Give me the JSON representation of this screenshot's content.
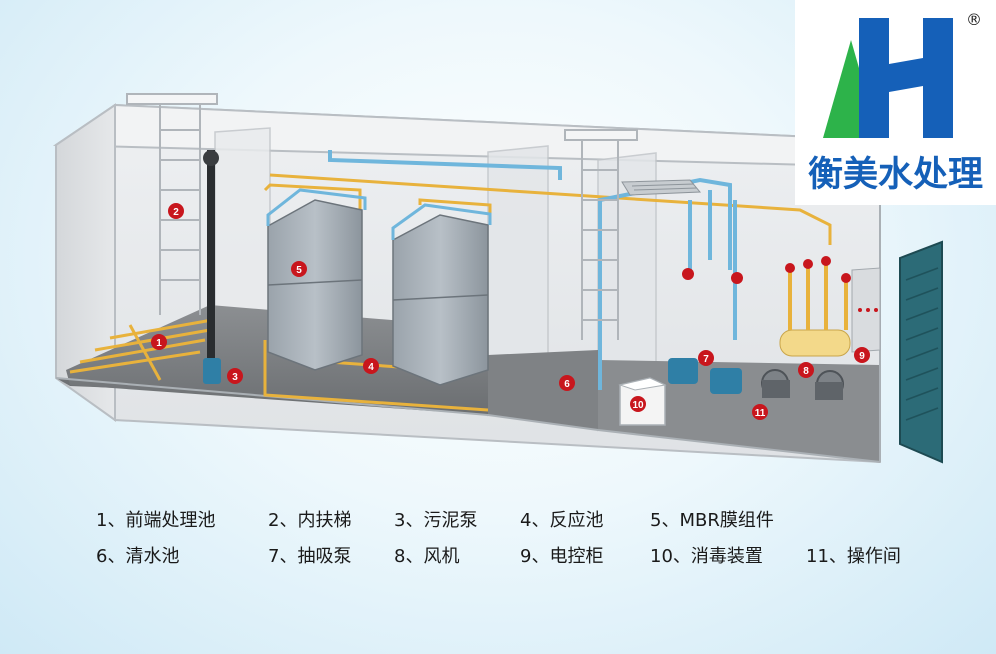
{
  "logo": {
    "text": "衡美水处理",
    "registered_mark": "®",
    "colors": {
      "blue": "#1560b8",
      "green": "#2db34a"
    }
  },
  "diagram": {
    "markers": [
      "1",
      "2",
      "3",
      "4",
      "5",
      "5",
      "6",
      "7",
      "7",
      "8",
      "8",
      "9",
      "10",
      "11"
    ]
  },
  "legend": {
    "row1": [
      "1、前端处理池",
      "2、内扶梯",
      "3、污泥泵",
      "4、反应池",
      "5、MBR膜组件"
    ],
    "row2": [
      "6、清水池",
      "7、抽吸泵",
      "8、风机",
      "9、电控柜",
      "10、消毒装置",
      "11、操作间"
    ]
  },
  "colors": {
    "marker_red": "#c8161d",
    "pipe_yellow": "#e8b23c",
    "pipe_blue": "#6fb6dc",
    "floor": "#7a7d80"
  }
}
